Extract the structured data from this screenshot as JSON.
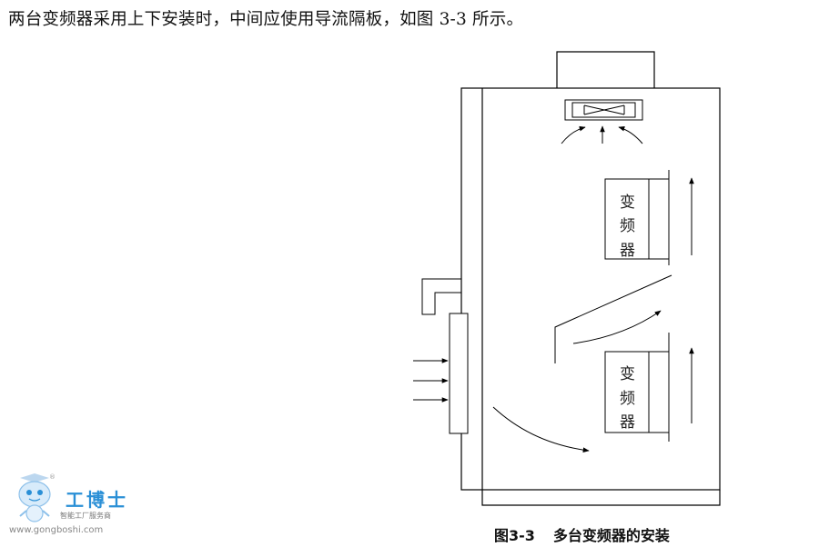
{
  "document": {
    "intro_text": "两台变频器采用上下安装时，中间应使用导流隔板，如图 3-3 所示。"
  },
  "figure": {
    "vfd_label_chars": [
      "变",
      "频",
      "器"
    ],
    "caption_number": "图3-3",
    "caption_title": "多台变频器的安装"
  },
  "watermark": {
    "brand_name": "工博士",
    "slogan": "智能工厂服务商",
    "url": "www.gongboshi.com",
    "registered_mark": "®",
    "brand_color": "#2a8fd6"
  }
}
